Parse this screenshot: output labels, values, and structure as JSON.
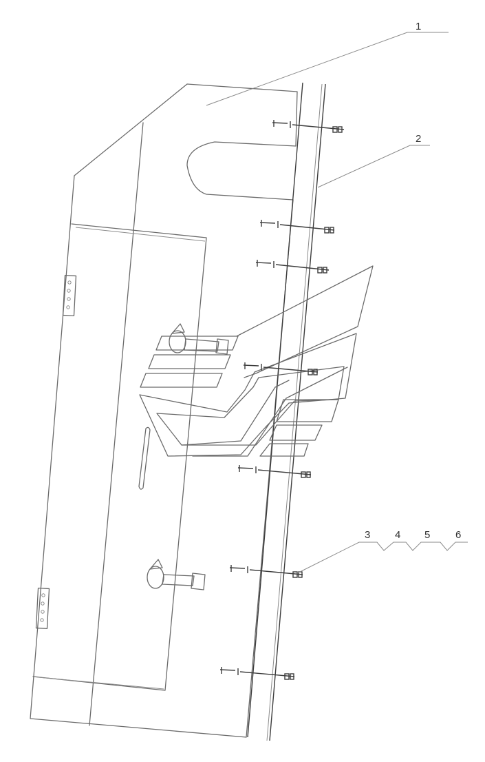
{
  "callouts": {
    "c1": "1",
    "c2": "2",
    "c3": "3",
    "c4": "4",
    "c5": "5",
    "c6": "6"
  },
  "colors": {
    "line": "#6a6a6a",
    "background": "#ffffff",
    "text": "#333333"
  }
}
